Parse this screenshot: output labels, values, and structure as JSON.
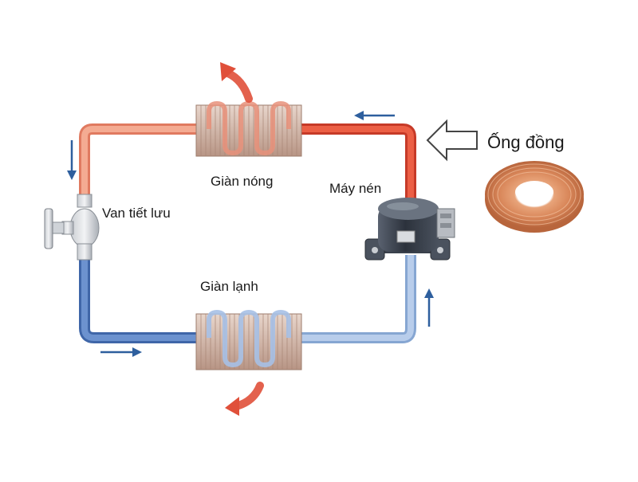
{
  "labels": {
    "hot_coil": "Giàn nóng",
    "cold_coil": "Giàn lạnh",
    "compressor": "Máy nén",
    "expansion_valve": "Van tiết lưu",
    "copper_pipe": "Ống đồng"
  },
  "colors": {
    "hot_pipe": "#e8543c",
    "warm_pipe": "#f2a48a",
    "cold_pipe": "#5f86c6",
    "light_cold_pipe": "#a9c2e4",
    "flow_arrow": "#2e5f9e",
    "heat_arrow": "#e0503a",
    "coil_body": "#c8a998",
    "copper": "#d98a5c"
  },
  "icons": [
    "hot-coil-icon",
    "cold-coil-icon",
    "compressor-icon",
    "valve-icon",
    "copper-coil-icon",
    "hollow-arrow-icon"
  ]
}
